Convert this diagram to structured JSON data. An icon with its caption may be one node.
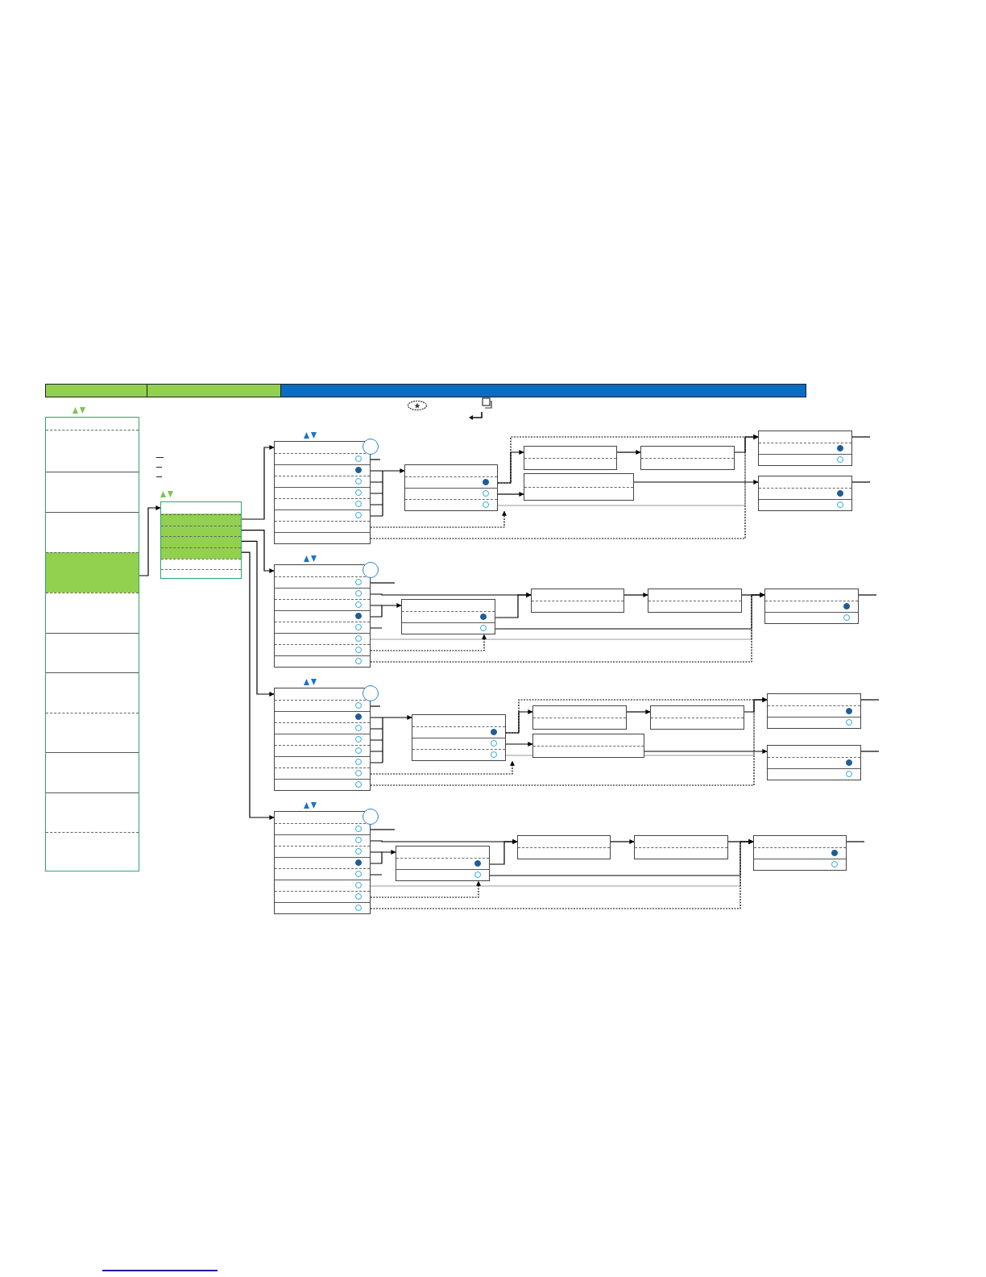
{
  "diagram": {
    "nodes": [
      {
        "text": [],
        "shape": "box"
      },
      {
        "text": [],
        "shape": "box"
      },
      {
        "text": [],
        "shape": "box"
      },
      {
        "text": [],
        "shape": "box"
      },
      {
        "text": [],
        "shape": "box"
      },
      {
        "text": [],
        "shape": "box"
      },
      {
        "text": [],
        "shape": "box"
      },
      {
        "text": [],
        "shape": "box"
      },
      {
        "text": [],
        "shape": "box"
      },
      {
        "text": [],
        "shape": "box"
      },
      {
        "text": [],
        "shape": "box"
      },
      {
        "text": [],
        "shape": "box"
      },
      {
        "text": [],
        "shape": "box"
      },
      {
        "text": [],
        "shape": "box"
      },
      {
        "text": [],
        "shape": "box"
      },
      {
        "text": [],
        "shape": "box"
      },
      {
        "text": [],
        "shape": "box"
      },
      {
        "text": [],
        "shape": "box"
      },
      {
        "text": [],
        "shape": "box"
      },
      {
        "text": [],
        "shape": "box"
      },
      {
        "text": [],
        "shape": "box"
      },
      {
        "text": [],
        "shape": "box"
      },
      {
        "text": [],
        "shape": "box"
      },
      {
        "text": [],
        "shape": "box"
      },
      {
        "text": [],
        "shape": "box"
      },
      {
        "text": [],
        "shape": "box"
      }
    ],
    "edges": [
      {
        "from": 0,
        "to": 1,
        "arrow": "to"
      },
      {
        "from": 1,
        "to": 2,
        "arrow": "to"
      },
      {
        "from": 1,
        "to": 3,
        "arrow": "to"
      },
      {
        "from": 1,
        "to": 4,
        "arrow": "to"
      },
      {
        "from": 1,
        "to": 5,
        "arrow": "to"
      },
      {
        "from": 2,
        "to": null,
        "arrow": "none"
      },
      {
        "from": 2,
        "to": 6,
        "arrow": "to"
      },
      {
        "from": 2,
        "to": 6,
        "arrow": "to",
        "style": "dashed"
      },
      {
        "from": 2,
        "to": 10,
        "arrow": "to",
        "style": "dashed"
      },
      {
        "from": 6,
        "to": 7,
        "arrow": "to"
      },
      {
        "from": 6,
        "to": 10,
        "arrow": "to",
        "style": "dashed"
      },
      {
        "from": 6,
        "to": 8,
        "arrow": "to"
      },
      {
        "from": 6,
        "to": 10,
        "arrow": "to",
        "color": "#9a9a9a"
      },
      {
        "from": 7,
        "to": 9,
        "arrow": "to"
      },
      {
        "from": 9,
        "to": 10,
        "arrow": "to"
      },
      {
        "from": 8,
        "to": 11,
        "arrow": "to"
      },
      {
        "from": 10,
        "to": null,
        "arrow": "none"
      },
      {
        "from": 11,
        "to": null,
        "arrow": "none"
      },
      {
        "from": 3,
        "to": null,
        "arrow": "none"
      },
      {
        "from": 3,
        "to": 13,
        "arrow": "to"
      },
      {
        "from": 3,
        "to": 12,
        "arrow": "to"
      },
      {
        "from": 12,
        "to": 13,
        "arrow": "to"
      },
      {
        "from": 12,
        "to": 15,
        "arrow": "to"
      },
      {
        "from": 3,
        "to": 15,
        "arrow": "to",
        "color": "#9a9a9a"
      },
      {
        "from": 3,
        "to": 12,
        "arrow": "to",
        "style": "dashed"
      },
      {
        "from": 3,
        "to": 15,
        "arrow": "to",
        "style": "dashed"
      },
      {
        "from": 13,
        "to": 14,
        "arrow": "to"
      },
      {
        "from": 14,
        "to": 15,
        "arrow": "to"
      },
      {
        "from": 15,
        "to": null,
        "arrow": "none"
      },
      {
        "from": 4,
        "to": null,
        "arrow": "none"
      },
      {
        "from": 4,
        "to": 16,
        "arrow": "to"
      },
      {
        "from": 4,
        "to": 16,
        "arrow": "to",
        "style": "dashed"
      },
      {
        "from": 4,
        "to": 20,
        "arrow": "to",
        "style": "dashed"
      },
      {
        "from": 16,
        "to": 17,
        "arrow": "to"
      },
      {
        "from": 16,
        "to": 20,
        "arrow": "to",
        "style": "dashed"
      },
      {
        "from": 16,
        "to": 18,
        "arrow": "to"
      },
      {
        "from": 16,
        "to": 20,
        "arrow": "to",
        "color": "#9a9a9a"
      },
      {
        "from": 17,
        "to": 19,
        "arrow": "to"
      },
      {
        "from": 19,
        "to": 20,
        "arrow": "to"
      },
      {
        "from": 18,
        "to": 21,
        "arrow": "to"
      },
      {
        "from": 20,
        "to": null,
        "arrow": "none"
      },
      {
        "from": 21,
        "to": null,
        "arrow": "none"
      },
      {
        "from": 5,
        "to": null,
        "arrow": "none"
      },
      {
        "from": 5,
        "to": 23,
        "arrow": "to"
      },
      {
        "from": 5,
        "to": 22,
        "arrow": "to"
      },
      {
        "from": 22,
        "to": 23,
        "arrow": "to"
      },
      {
        "from": 22,
        "to": 25,
        "arrow": "to"
      },
      {
        "from": 5,
        "to": 25,
        "arrow": "to",
        "color": "#9a9a9a"
      },
      {
        "from": 5,
        "to": 22,
        "arrow": "to",
        "style": "dashed"
      },
      {
        "from": 5,
        "to": 25,
        "arrow": "to",
        "style": "dashed"
      },
      {
        "from": 23,
        "to": 24,
        "arrow": "to"
      },
      {
        "from": 24,
        "to": 25,
        "arrow": "to"
      },
      {
        "from": 25,
        "to": null,
        "arrow": "none"
      }
    ]
  }
}
